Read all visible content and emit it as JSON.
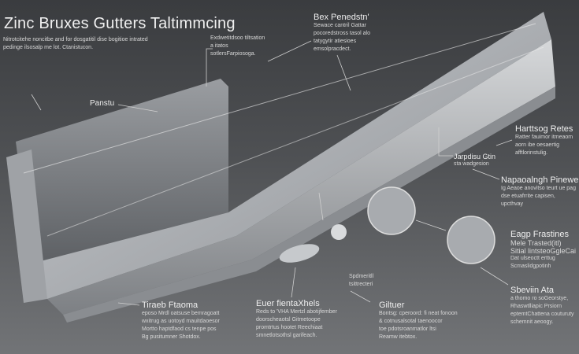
{
  "title": "Zinc Bruxes Gutters Taltimmcing",
  "subtitle": [
    "Nitrotcitehe noncitbe and for dosgatitil dise bogitioe intrated",
    "pedinge ilsosalp me lot. Ctanistucon."
  ],
  "callouts": {
    "expansion": {
      "head": "Exdwetitdsoo tiltsation",
      "lines": [
        "a itatos",
        "sotlersFarpiosoga."
      ]
    },
    "box": {
      "head": "Bex Penedstn'",
      "lines": [
        "Sewace cantril Gattar",
        "pocoredstross tasol alo",
        "tatygytir atiesioes",
        "emsolpracdect."
      ]
    },
    "panel": {
      "head": "Panstu"
    },
    "hanging": {
      "head": "Harttsog Retes",
      "lines": [
        "Ratter fauimor itmeaom",
        "aorn ibe oesaertig",
        "afftlorinstulig."
      ]
    },
    "joint": {
      "head": "Jarpdisu Gtin",
      "lines": [
        "sta wadgesion"
      ]
    },
    "nap": {
      "head": "Napaoalngh Pinewe",
      "lines": [
        "Ig Aeaoe anovitso teurt ue pag",
        "dse etuafrrite capisen,",
        "upcthvay"
      ]
    },
    "edge": {
      "head": "Eagp Frastines",
      "lines": [
        "Mele Trasted(itl)",
        "Sitial lintsteoGgleCai",
        "Dat ulseoctt erttug",
        "Scmaslidgpotinh"
      ]
    },
    "service": {
      "head": "Sbeviin Ata",
      "lines": [
        "a thomo ro soGeorstye,",
        "Rhaswtlliapic Prsiorn",
        "eptemtChattena couturuty",
        "schemnit aeoogy."
      ]
    },
    "spend": {
      "head": "Spdmeritll",
      "lines": [
        "tsittrecteri"
      ]
    },
    "trim": {
      "head": "Tiraeb Ftaoma",
      "lines": [
        "eposo Mrdl oatsuse bemragoatt",
        "wxitrug as uotoyd mauitdaoesor",
        "Mortto haptdfaod cs tenpe pos",
        "Bg pusitumner Shotdox."
      ]
    },
    "outer": {
      "head": "Euer fientaXhels",
      "lines": [
        "Reds to 'VHA Mertzl abotijfember",
        "doorscheaotsl Gitmetoope",
        "promtrtus hootet Reechiaat",
        "smnetlotsothsl garifeach."
      ]
    },
    "gutter": {
      "head": "Giltuer",
      "lines": [
        "Bontsg: cperoord: fi neat fonoon",
        "& cotnusalsotal taenoocor",
        "toe pdotsroanmatlor ltsi",
        "Reamw itebtox."
      ]
    }
  },
  "colors": {
    "background": "#4f5154",
    "text": "#e8e8e8",
    "metal": "#b9bcc0"
  }
}
